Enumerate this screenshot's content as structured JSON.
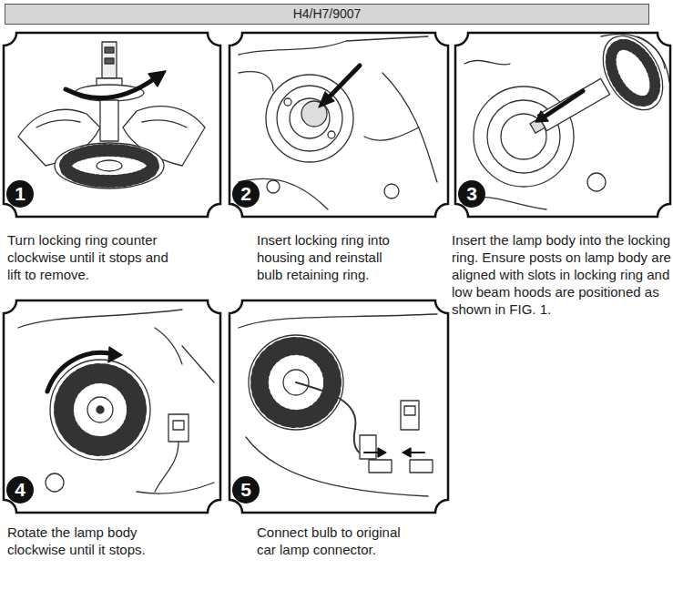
{
  "diagram": {
    "title": "H4/H7/9007",
    "nodes": [
      {
        "text": [
          "Turn locking ring counter clockwise until it stops and lift to remove."
        ]
      },
      {
        "text": [
          "1"
        ],
        "in": 0
      },
      {
        "text": [
          "Insert locking ring into housing and reinstall bulb retaining ring."
        ]
      },
      {
        "text": [
          "2"
        ],
        "in": 2
      },
      {
        "text": [
          "Insert the lamp body into the locking ring. Ensure posts on lamp body are aligned with slots in locking ring and low beam hoods are positioned as shown in FIG. 1."
        ]
      },
      {
        "text": [
          "3"
        ],
        "in": 4
      },
      {
        "text": [
          "Rotate the lamp body clockwise until it stops."
        ]
      },
      {
        "text": [
          "4"
        ],
        "in": 6
      },
      {
        "text": [
          "Connect bulb to original car lamp connector."
        ]
      },
      {
        "text": [
          "5"
        ],
        "in": 8
      }
    ]
  }
}
